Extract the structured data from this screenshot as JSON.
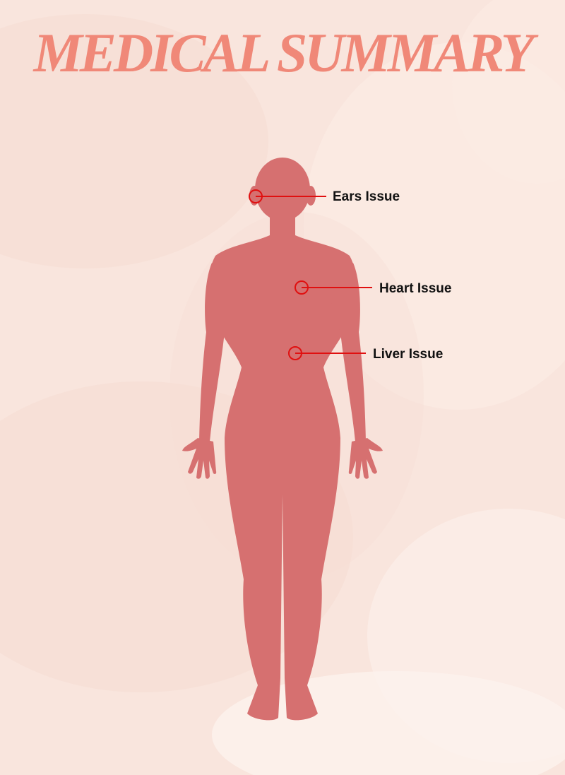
{
  "page": {
    "title": "MEDICAL SUMMARY"
  },
  "colors": {
    "background": "#f9e5dd",
    "title": "#f08878",
    "body_silhouette": "#d67070",
    "marker": "#e01010",
    "label": "#111111"
  },
  "figure": {
    "icon": "human-body-silhouette-icon"
  },
  "callouts": [
    {
      "id": "ears",
      "label": "Ears Issue"
    },
    {
      "id": "heart",
      "label": "Heart Issue"
    },
    {
      "id": "liver",
      "label": "Liver Issue"
    }
  ]
}
